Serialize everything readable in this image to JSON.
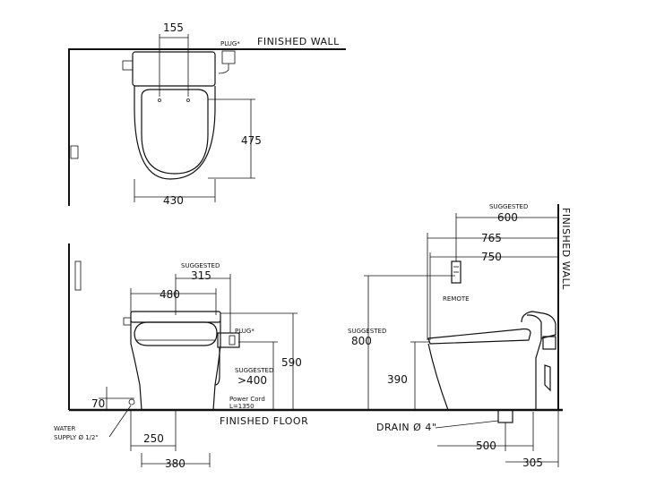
{
  "labels": {
    "finished_wall_top": "FINISHED  WALL",
    "finished_wall_side": "FINISHED WALL",
    "finished_floor": "FINISHED  FLOOR",
    "plug_top": "PLUG*",
    "plug_front": "PLUG*",
    "remote": "REMOTE",
    "water_supply_1": "WATER",
    "water_supply_2": "SUPPLY Ø 1/2\"",
    "drain": "DRAIN Ø 4\"",
    "power_cord_1": "Power Cord",
    "power_cord_2": "L=1350",
    "suggested": "SUGGESTED"
  },
  "dimensions": {
    "top_width_155": "155",
    "top_depth_475": "475",
    "top_width_430": "430",
    "front_480": "480",
    "front_315": "315",
    "front_400": ">400",
    "front_590": "590",
    "front_70": "70",
    "front_250": "250",
    "front_380": "380",
    "side_600": "600",
    "side_765": "765",
    "side_750": "750",
    "side_800": "800",
    "side_390": "390",
    "side_500": "500",
    "side_305": "305"
  }
}
